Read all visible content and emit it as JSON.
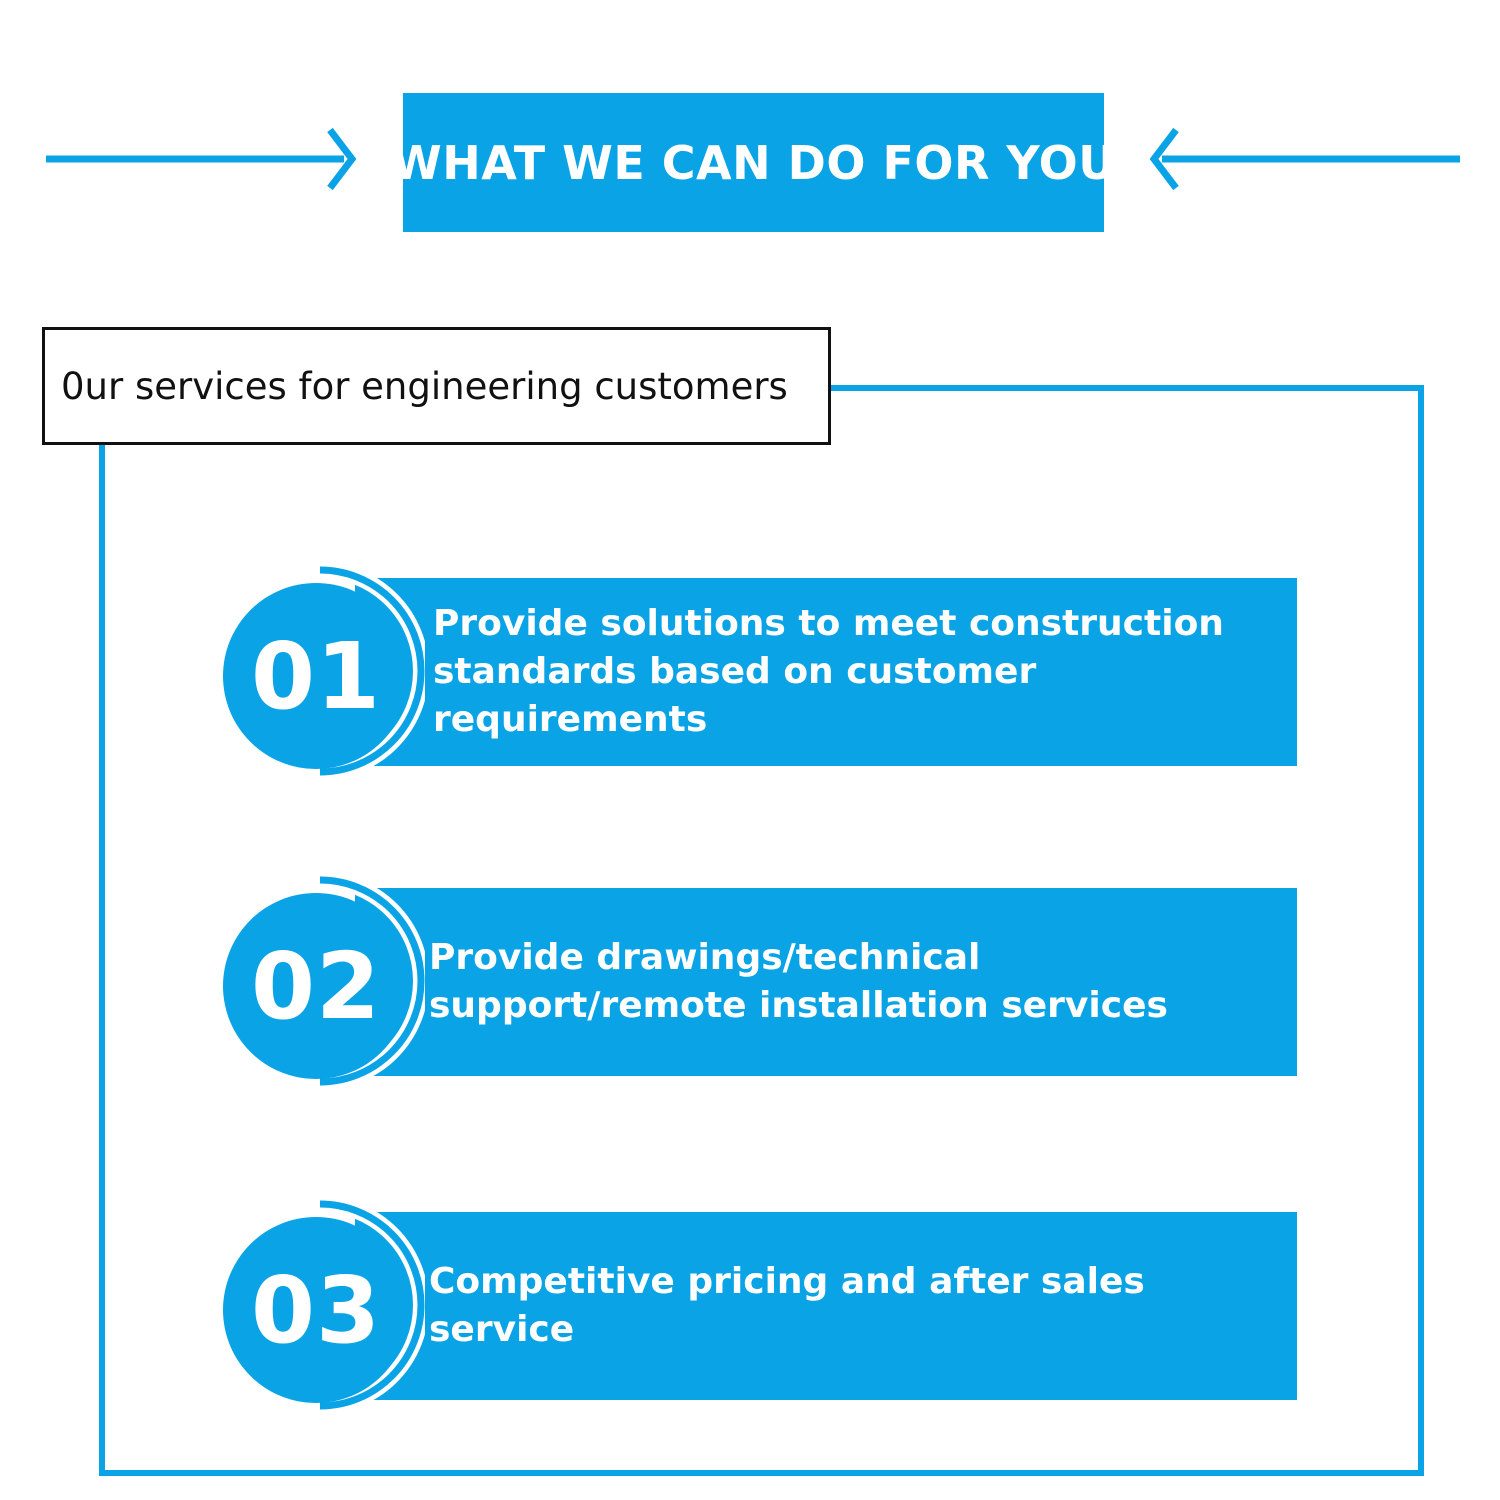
{
  "header": {
    "title": "WHAT WE CAN DO FOR YOU"
  },
  "section": {
    "label": "0ur services for engineering customers"
  },
  "services": [
    {
      "number": "01",
      "text": "Provide solutions to meet construction standards based on customer requirements"
    },
    {
      "number": "02",
      "text": "Provide drawings/technical support/remote installation services"
    },
    {
      "number": "03",
      "text": "Competitive pricing and after sales service"
    }
  ],
  "colors": {
    "accent": "#0aa3e6",
    "text_dark": "#111111",
    "text_light": "#ffffff"
  },
  "icons": [
    "arrow-right-icon",
    "arrow-left-icon"
  ]
}
